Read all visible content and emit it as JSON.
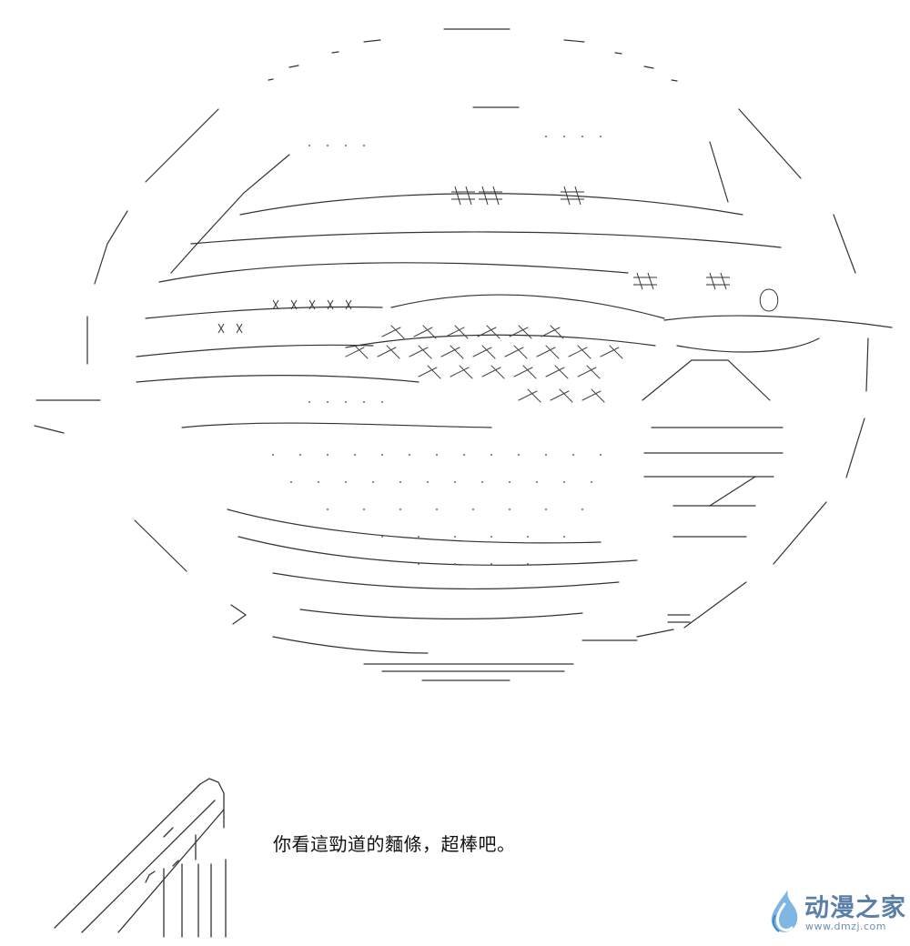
{
  "caption": {
    "text": "你看這勁道的麵條，超棒吧。"
  },
  "watermark": {
    "name": "动漫之家",
    "url": "www.dmzj.com",
    "color": "#5b7fa6"
  },
  "art": {
    "style": "ascii-art",
    "subject_icon": "noodle-bowl-icon",
    "secondary_icon": "chopsticks-icon",
    "ink_color": "#222222"
  }
}
